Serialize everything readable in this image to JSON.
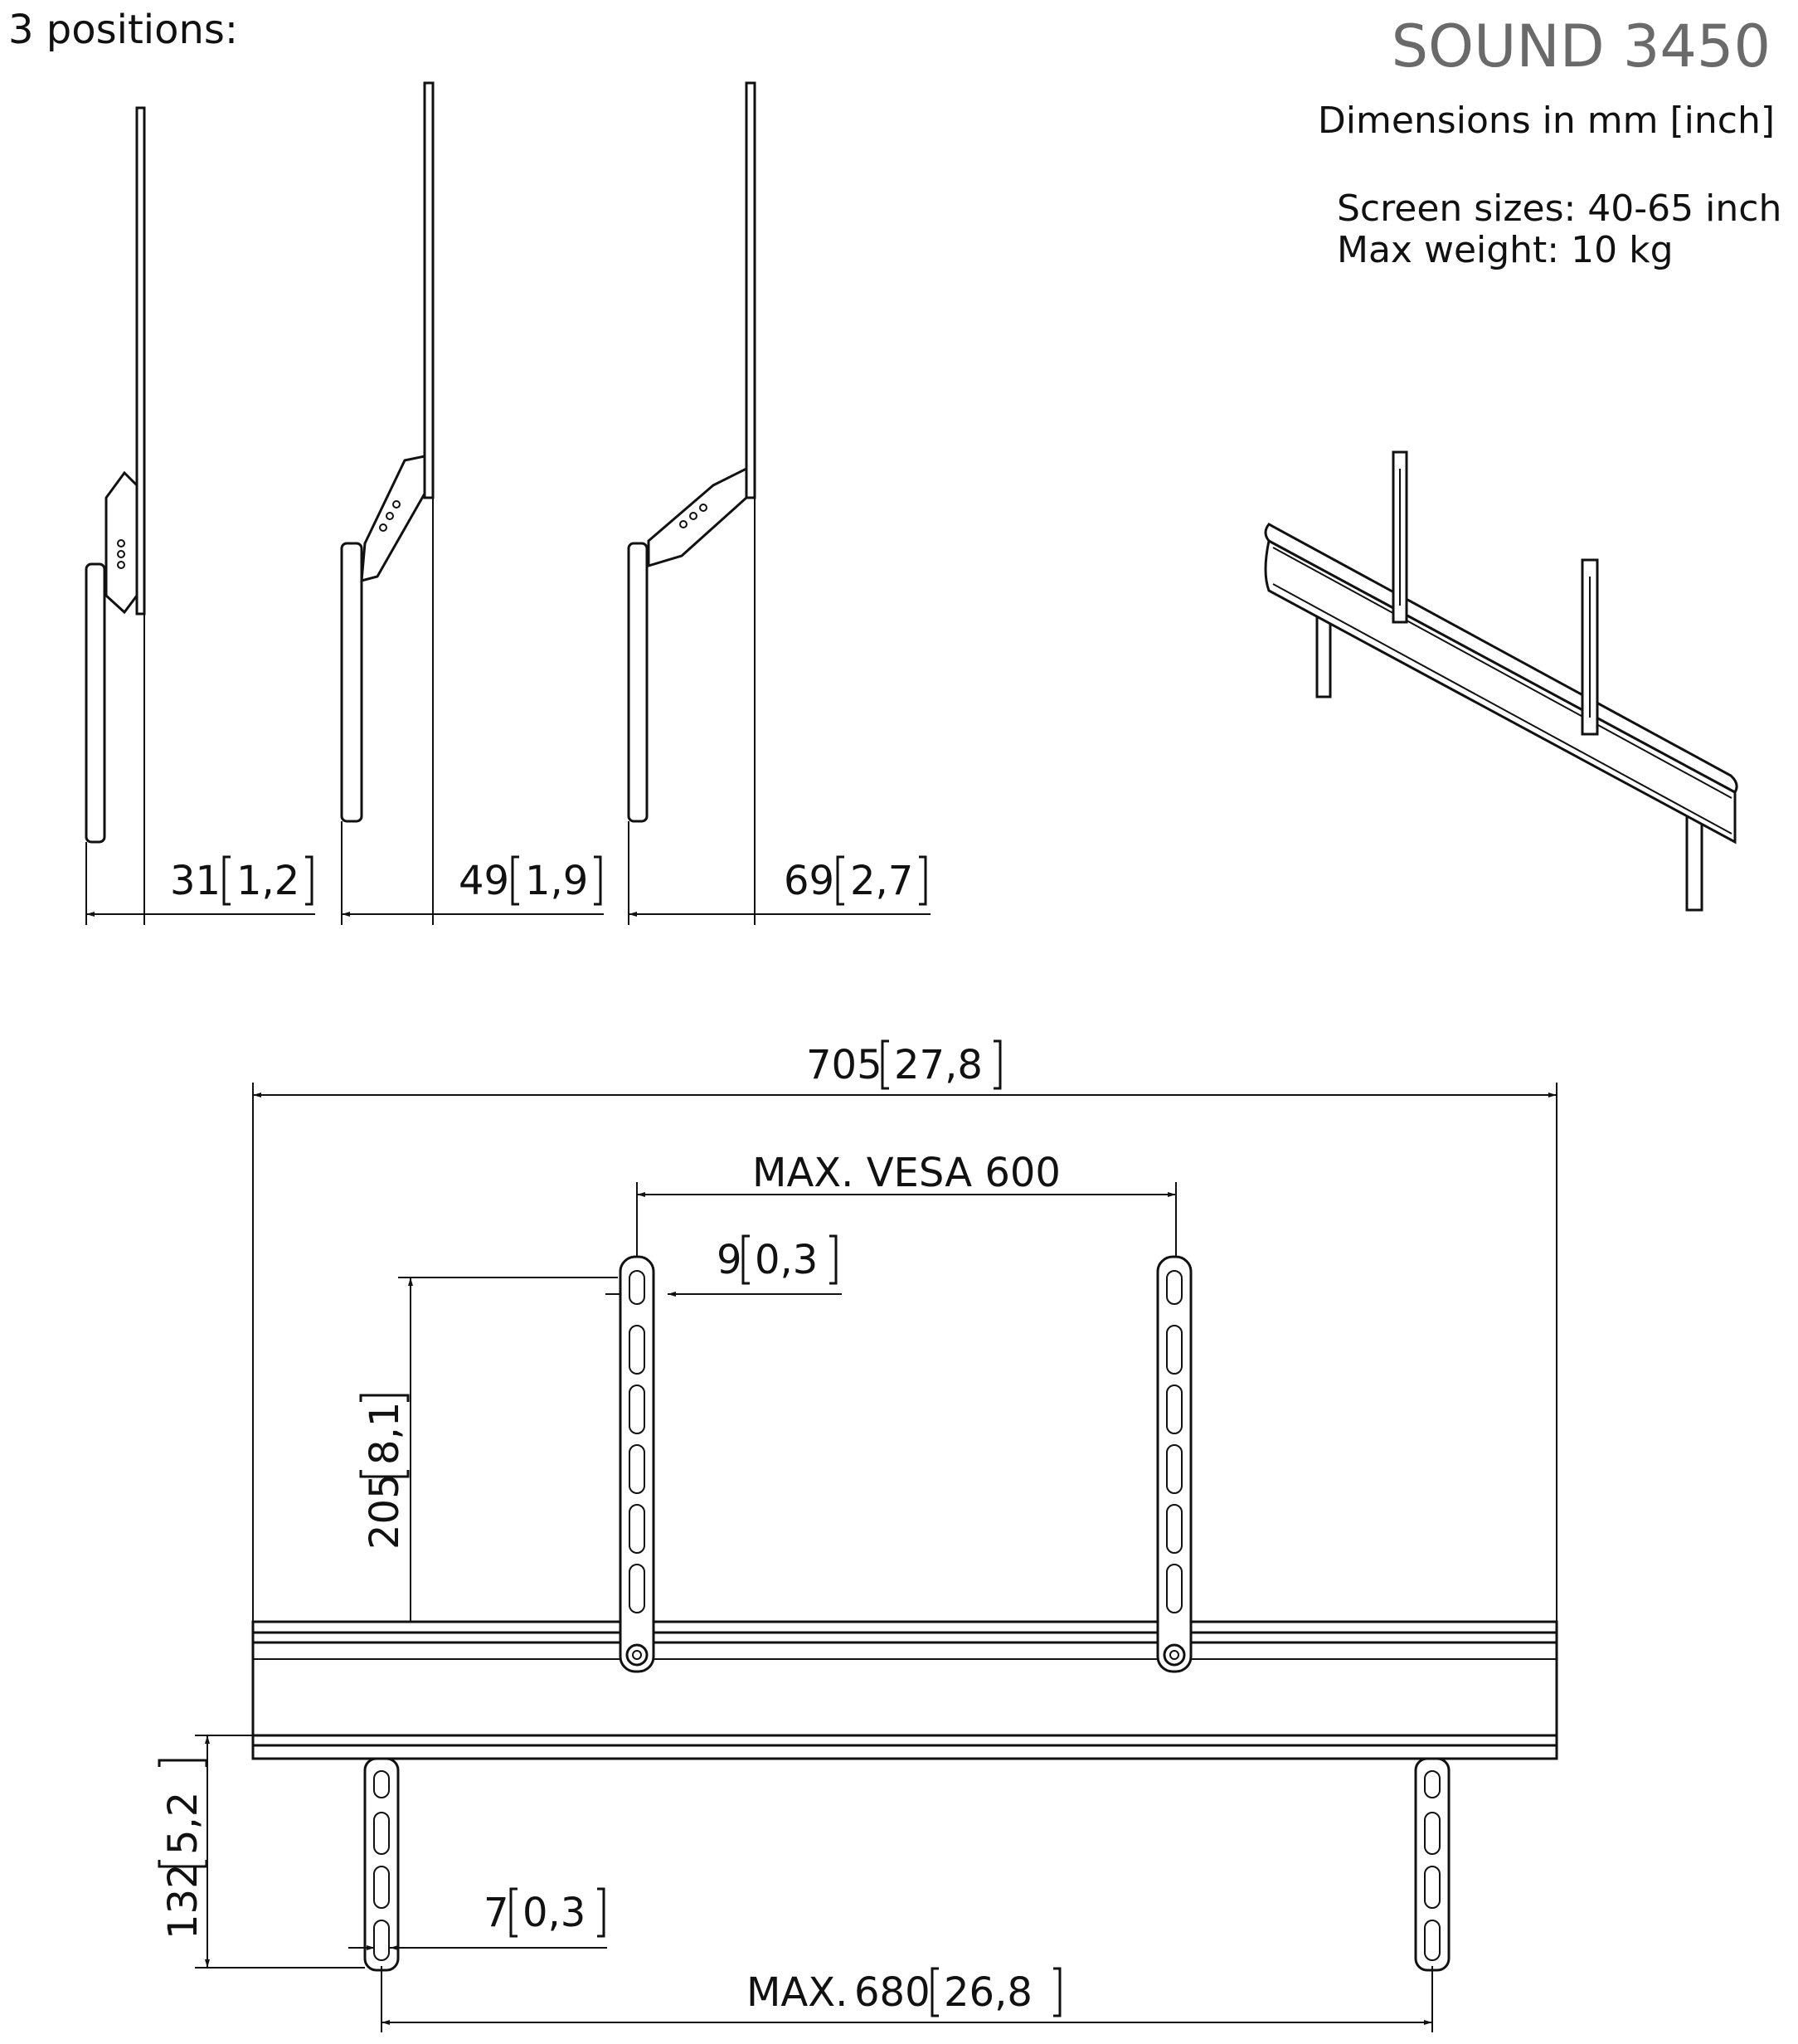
{
  "header": {
    "positions_label": "3 positions:",
    "product_name": "SOUND 3450",
    "units_note": "Dimensions in mm [inch]",
    "screen_sizes": "Screen sizes: 40-65 inch",
    "max_weight": "Max weight: 10 kg"
  },
  "side_views": [
    {
      "mm": "31",
      "inch": "1,2"
    },
    {
      "mm": "49",
      "inch": "1,9"
    },
    {
      "mm": "69",
      "inch": "2,7"
    }
  ],
  "front_view": {
    "overall_width": {
      "mm": "705",
      "inch": "27,8"
    },
    "vesa_label": "MAX. VESA 600",
    "upper_slot_width": {
      "mm": "9",
      "inch": "0,3"
    },
    "upper_height": {
      "mm": "205",
      "inch": "8,1"
    },
    "lower_height": {
      "mm": "132",
      "inch": "5,2"
    },
    "lower_slot_width": {
      "mm": "7",
      "inch": "0,3"
    },
    "lower_span": {
      "prefix": "MAX.",
      "mm": "680",
      "inch": "26,8"
    }
  }
}
